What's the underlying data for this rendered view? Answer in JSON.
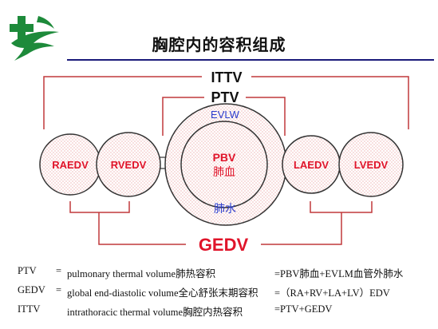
{
  "title": "胸腔内的容积组成",
  "diagram": {
    "ittv": "ITTV",
    "ptv": "PTV",
    "evlw": "EVLW",
    "raedv": "RAEDV",
    "rvedv": "RVEDV",
    "pbv": "PBV",
    "pbv_cn": "肺血",
    "feishui": "肺水",
    "laedv": "LAEDV",
    "lvedv": "LVEDV",
    "gedv": "GEDV"
  },
  "legend": [
    {
      "abbr": "PTV",
      "eq": "=",
      "desc": "pulmonary thermal volume肺热容积",
      "formula": "=PBV肺血+EVLM血管外肺水"
    },
    {
      "abbr": "GEDV",
      "eq": "=",
      "desc": "global end-diastolic volume全心舒张末期容积",
      "formula": "=（RA+RV+LA+LV）EDV"
    },
    {
      "abbr": "ITTV",
      "eq": "",
      "desc": "intrathoracic thermal volume胸腔内热容积",
      "formula": "=PTV+GEDV"
    }
  ],
  "colors": {
    "bracket": "#c0393b",
    "red_label": "#e0142a",
    "blue_label": "#2a3bcc",
    "logo_green": "#1d8a3a",
    "rule": "#1a1a7a"
  }
}
